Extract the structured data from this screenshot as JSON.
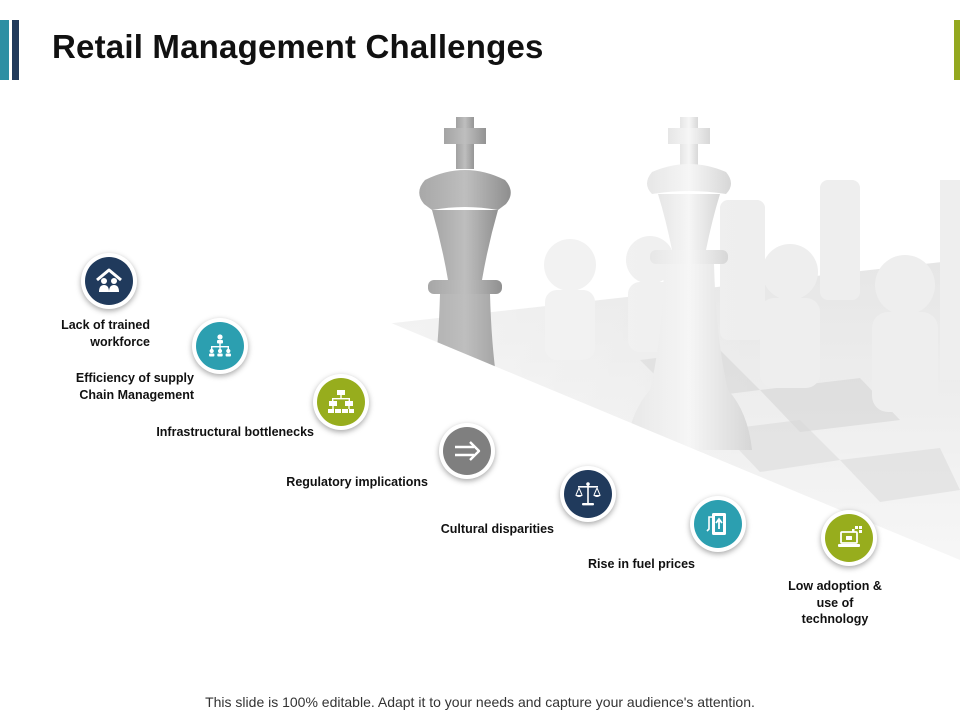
{
  "title": "Retail Management Challenges",
  "colors": {
    "navy": "#203a5c",
    "teal": "#2c9fb0",
    "lime": "#97ad1d",
    "gray": "#7f7f7f"
  },
  "challenges": [
    {
      "label_lines": [
        "Lack of trained",
        "workforce"
      ],
      "icon": "people-house-icon",
      "color": "navy"
    },
    {
      "label_lines": [
        "Efficiency of supply",
        "Chain Management"
      ],
      "icon": "org-chart-icon",
      "color": "teal"
    },
    {
      "label_lines": [
        "Infrastructural  bottlenecks"
      ],
      "icon": "hierarchy-blocks-icon",
      "color": "lime"
    },
    {
      "label_lines": [
        "Regulatory  implications"
      ],
      "icon": "arrow-right-icon",
      "color": "gray"
    },
    {
      "label_lines": [
        "Cultural disparities"
      ],
      "icon": "scales-icon",
      "color": "navy"
    },
    {
      "label_lines": [
        "Rise in fuel prices"
      ],
      "icon": "fuel-pump-icon",
      "color": "teal"
    },
    {
      "label_lines": [
        "Low adoption &",
        "use of",
        "technology"
      ],
      "icon": "laptop-icon",
      "color": "lime"
    }
  ],
  "footer": "This slide is 100% editable. Adapt it to your needs and capture your audience's attention."
}
